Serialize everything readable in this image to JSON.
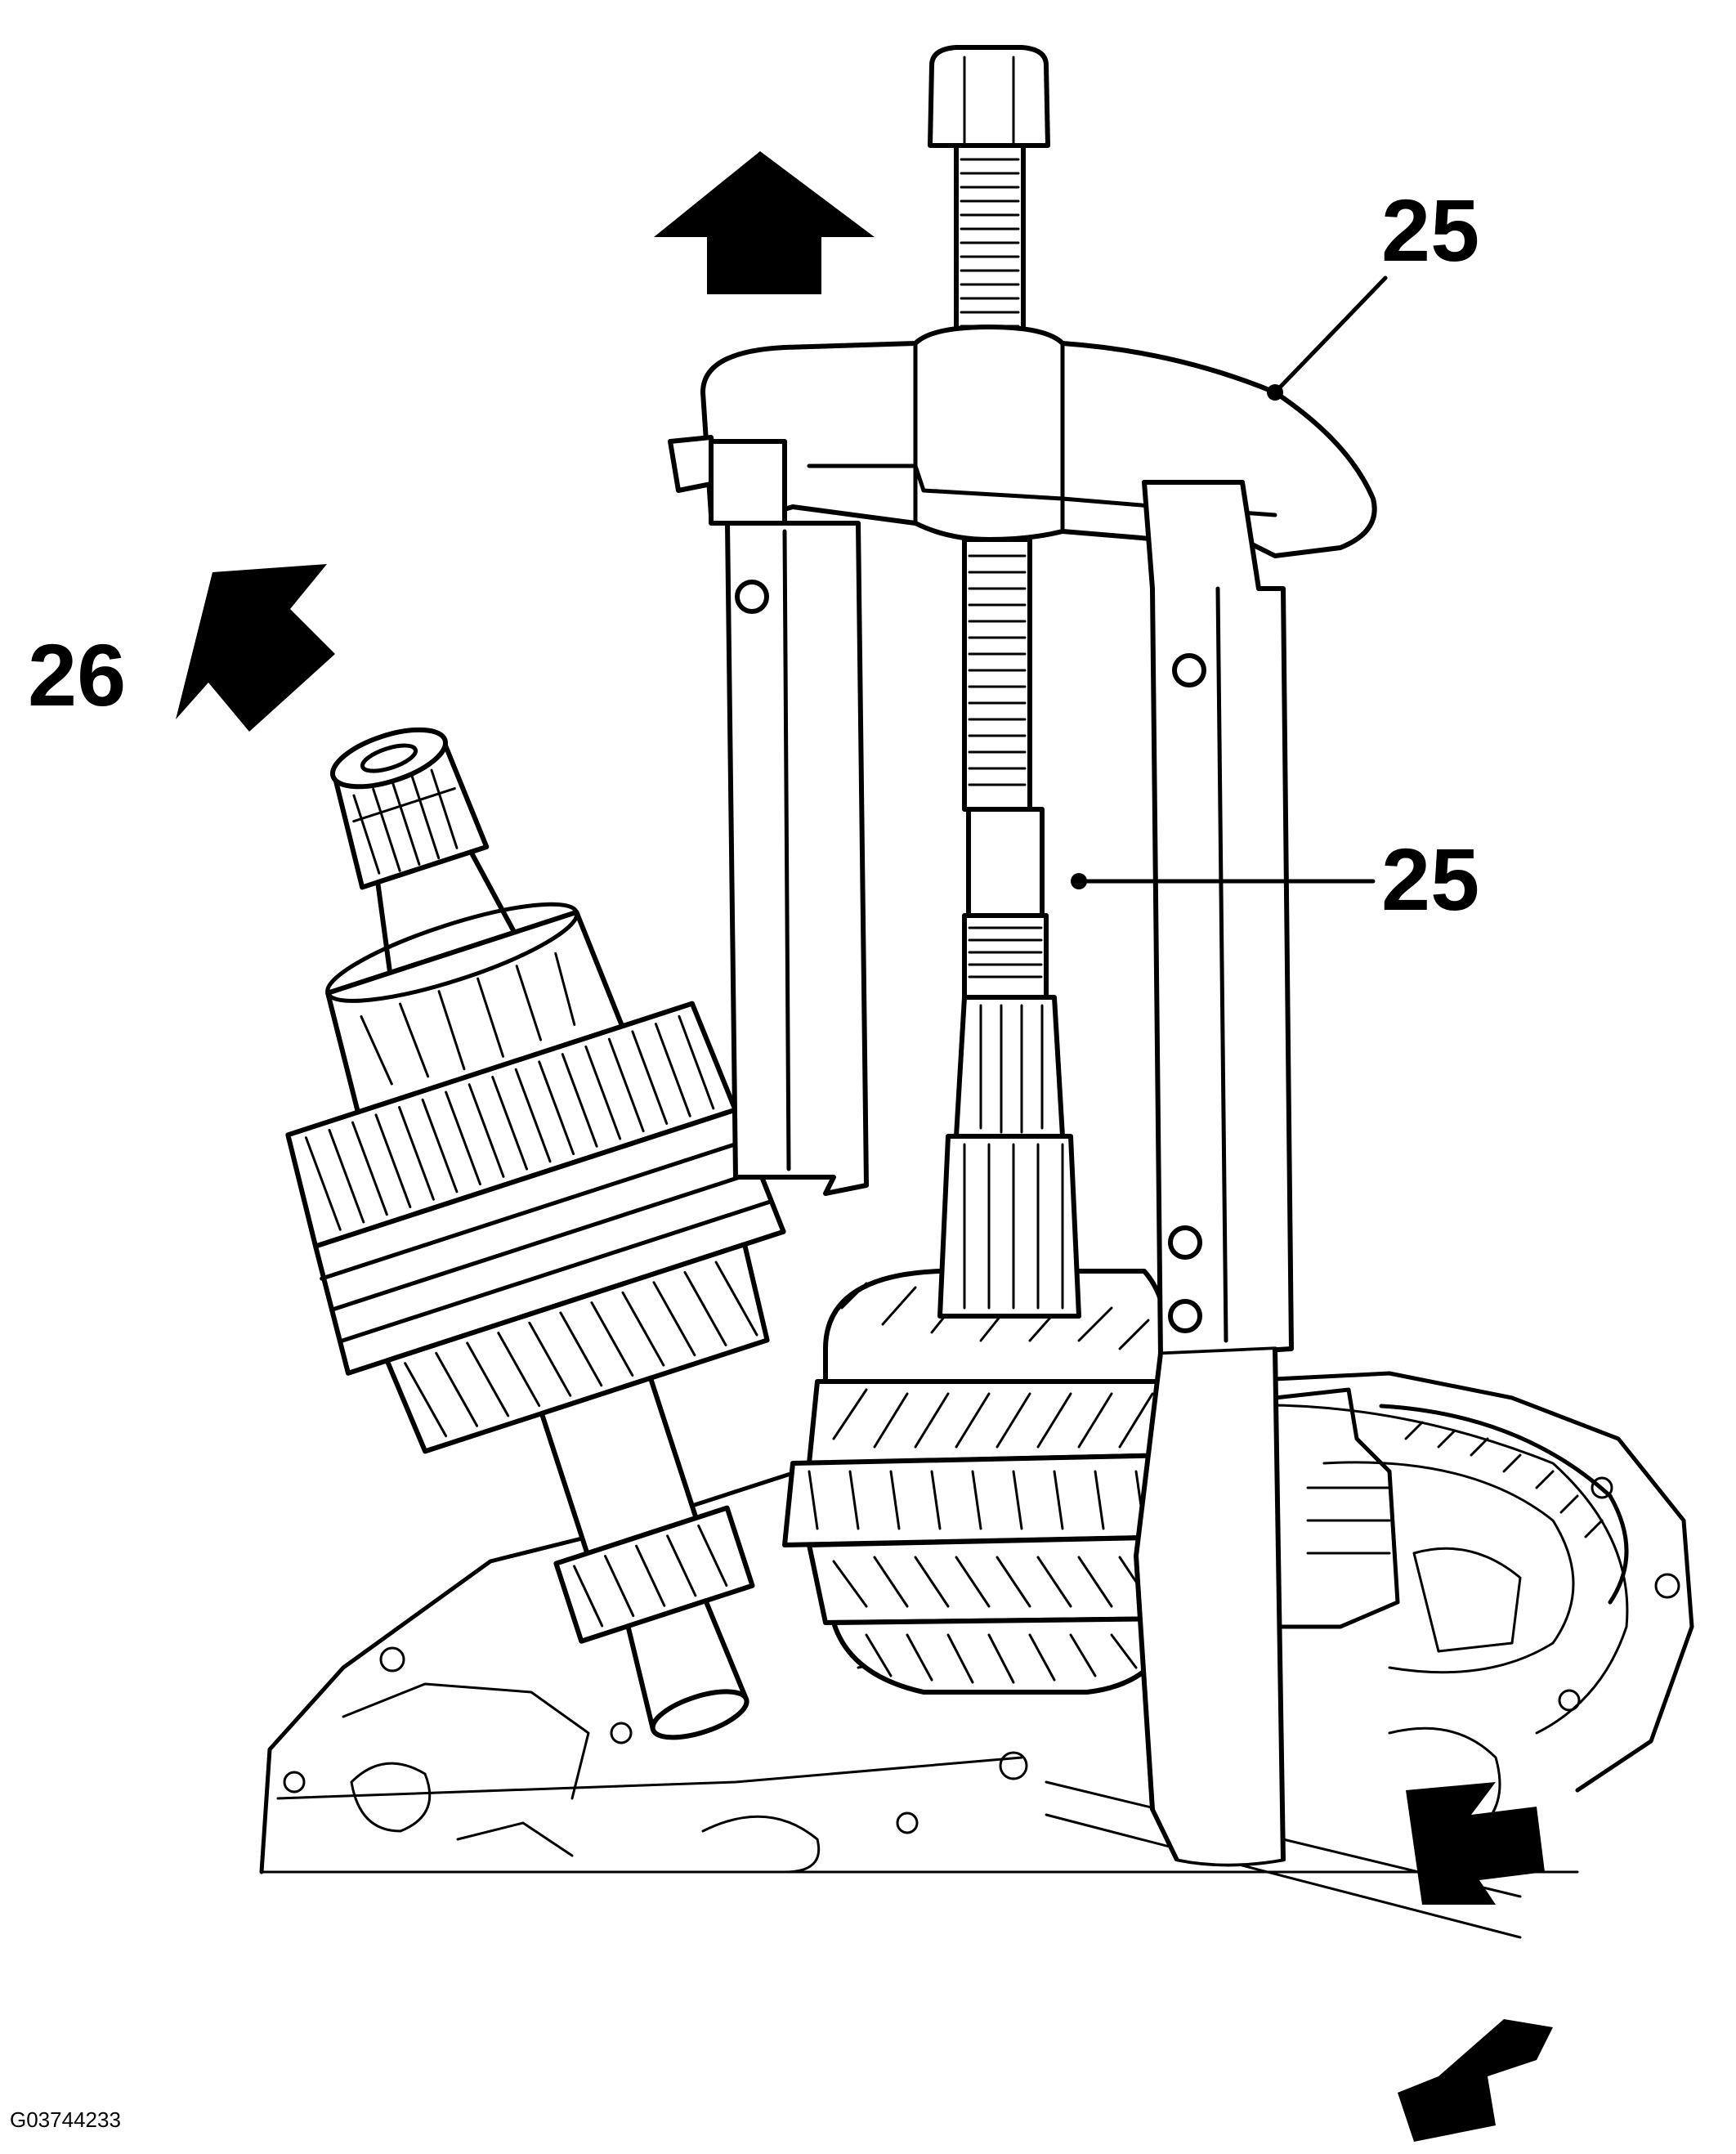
{
  "callouts": {
    "puller_frame": "25",
    "puller_adapter": "25",
    "shaft_direction": "26"
  },
  "figure_id": "G03744233",
  "colors": {
    "ink": "#000000",
    "paper": "#ffffff"
  },
  "icons": [
    "up-arrow-icon",
    "diagonal-arrow-icon",
    "press-arrow-down-icon",
    "press-arrow-up-icon"
  ]
}
